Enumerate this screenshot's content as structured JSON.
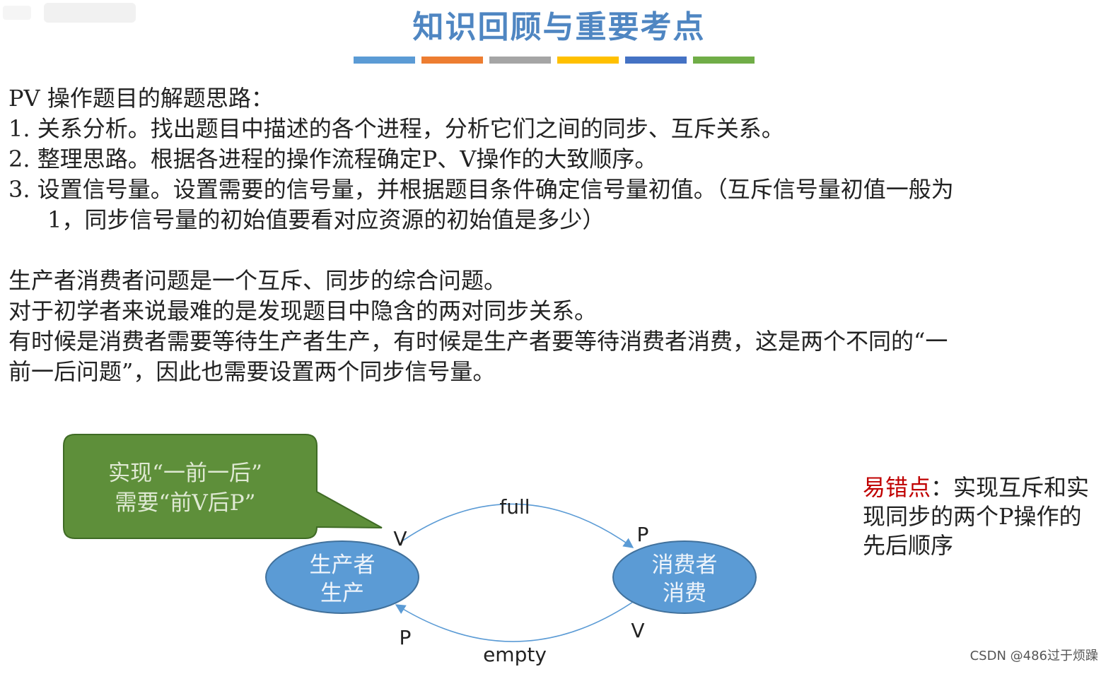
{
  "slide": {
    "title": "知识回顾与重要考点",
    "bar_colors": [
      "#5b9bd5",
      "#ed7d31",
      "#a5a5a5",
      "#ffc000",
      "#4472c4",
      "#70ad47"
    ],
    "paragraphs": [
      "PV 操作题目的解题思路：",
      "1. 关系分析。找出题目中描述的各个进程，分析它们之间的同步、互斥关系。",
      "2. 整理思路。根据各进程的操作流程确定P、V操作的大致顺序。",
      "3. 设置信号量。设置需要的信号量，并根据题目条件确定信号量初值。（互斥信号量初值一般为",
      "1，同步信号量的初始值要看对应资源的初始值是多少）",
      "生产者消费者问题是一个互斥、同步的综合问题。",
      "对于初学者来说最难的是发现题目中隐含的两对同步关系。",
      "有时候是消费者需要等待生产者生产，有时候是生产者要等待消费者消费，这是两个不同的“一",
      "前一后问题”，因此也需要设置两个同步信号量。"
    ]
  },
  "diagram": {
    "callout": {
      "line1": "实现“一前一后”",
      "line2": "需要“前V后P”"
    },
    "producer": {
      "line1": "生产者",
      "line2": "生产"
    },
    "consumer": {
      "line1": "消费者",
      "line2": "消费"
    },
    "top_arrow_label": "full",
    "bottom_arrow_label": "empty",
    "producer_top_op": "V",
    "consumer_top_op": "P",
    "consumer_bottom_op": "V",
    "producer_bottom_op": "P",
    "colors": {
      "node_fill": "#5b9bd5",
      "node_stroke": "#41719c",
      "callout_fill": "#5e8f3a",
      "callout_stroke": "#3f6b25",
      "arrow": "#5b9bd5"
    }
  },
  "note": {
    "label": "易错点",
    "text": "：实现互斥和实现同步的两个P操作的先后顺序"
  },
  "watermark": {
    "credit": "CSDN @486过于烦躁"
  }
}
